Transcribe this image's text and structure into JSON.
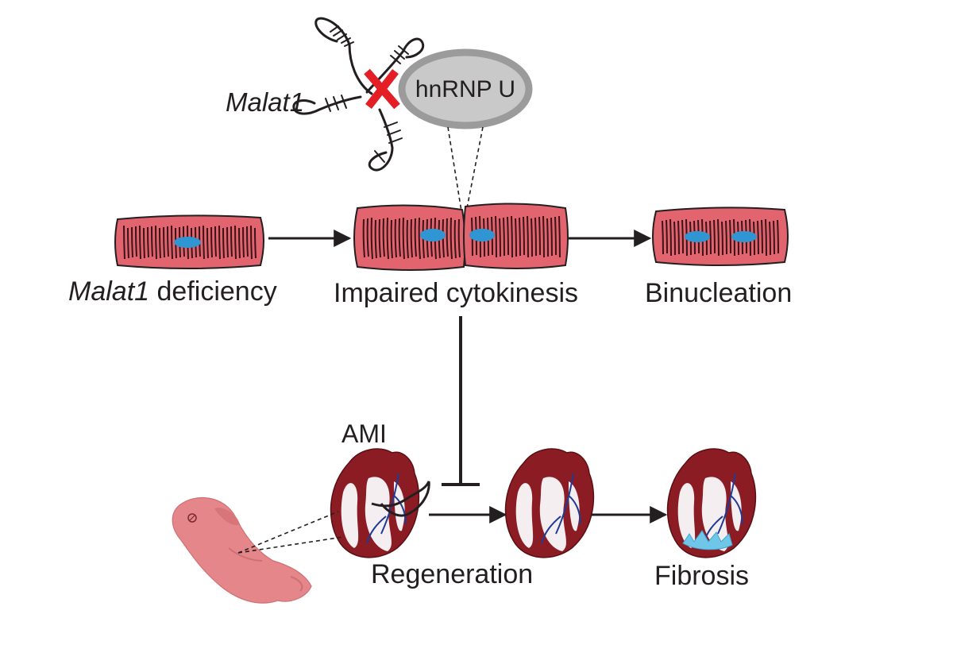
{
  "rna": {
    "name": "Malat1",
    "protein": "hnRNP U"
  },
  "top_row": {
    "deficiency_italic": "Malat1",
    "deficiency_rest": " deficiency",
    "middle": "Impaired cytokinesis",
    "right": "Binucleation"
  },
  "bottom_row": {
    "ami": "AMI",
    "regeneration": "Regeneration",
    "fibrosis": "Fibrosis"
  },
  "colors": {
    "cell_fill": "#e2646e",
    "cell_stripe": "#3a1418",
    "nucleus": "#2f95d3",
    "heart": "#8c1c24",
    "heart_white": "#f4eef0",
    "vessel": "#1f3a94",
    "fibrosis": "#6fc6e8",
    "pup": "#e5878a",
    "x_mark": "#e31e24",
    "hnrnp_fill": "#c9c9c9",
    "hnrnp_stroke": "#9b9b9b",
    "arrow": "#231f20"
  }
}
